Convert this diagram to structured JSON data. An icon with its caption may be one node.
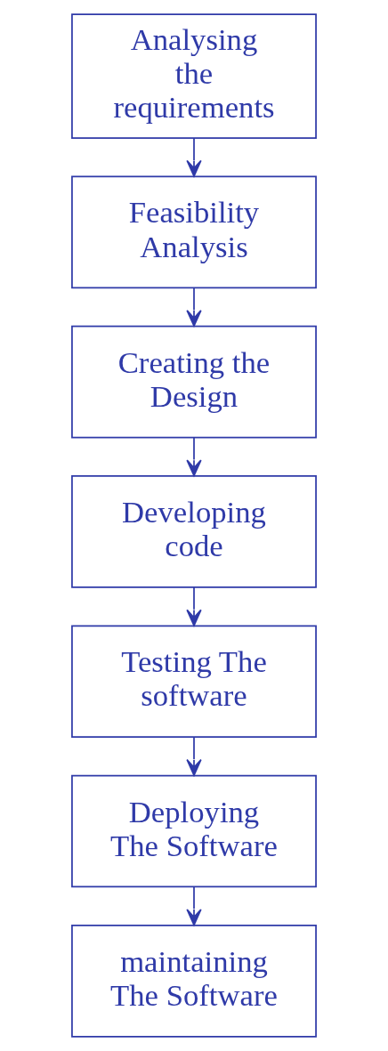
{
  "diagram": {
    "nodes": [
      {
        "text": [
          "Analysing the requirements"
        ]
      },
      {
        "text": [
          "Feasibility Analysis"
        ]
      },
      {
        "text": [
          "Creating the Design"
        ]
      },
      {
        "text": [
          "Developing code"
        ]
      },
      {
        "text": [
          "Testing The software"
        ]
      },
      {
        "text": [
          "Deploying The Software"
        ]
      },
      {
        "text": [
          "maintaining The Software"
        ]
      }
    ],
    "edges": [
      {
        "from": 0,
        "to": 1,
        "arrow": "to"
      },
      {
        "from": 1,
        "to": 2,
        "arrow": "to"
      },
      {
        "from": 2,
        "to": 3,
        "arrow": "to"
      },
      {
        "from": 3,
        "to": 4,
        "arrow": "to"
      },
      {
        "from": 4,
        "to": 5,
        "arrow": "to"
      },
      {
        "from": 5,
        "to": 6,
        "arrow": "to"
      }
    ]
  }
}
